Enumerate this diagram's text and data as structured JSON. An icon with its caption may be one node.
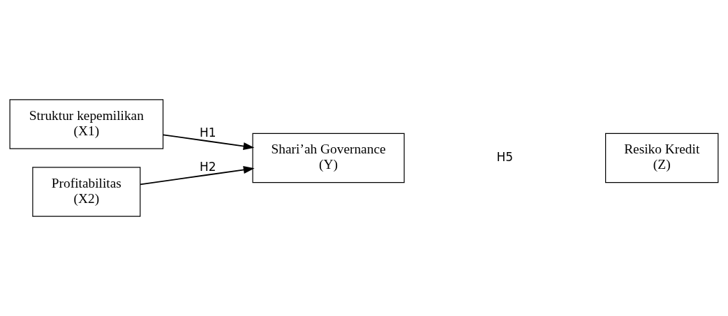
{
  "diagram": {
    "nodes": [
      {
        "text": [
          "Struktur kepemilikan",
          "(X1)"
        ]
      },
      {
        "text": [
          "Profitabilitas",
          "(X2)"
        ]
      },
      {
        "text": [
          "Shari’ah Governance",
          "(Y)"
        ]
      },
      {
        "text": [
          "Resiko Kredit",
          "(Z)"
        ]
      }
    ],
    "edges": [
      {
        "from": 0,
        "to": 2,
        "arrow": "to",
        "label": "H1"
      },
      {
        "from": 1,
        "to": 2,
        "arrow": "to",
        "label": "H2"
      }
    ],
    "labels": [
      "H5"
    ]
  }
}
